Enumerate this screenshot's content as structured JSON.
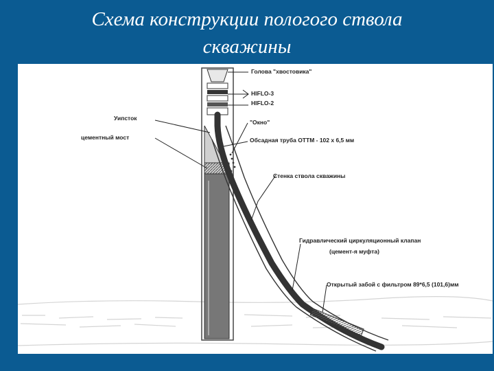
{
  "slide": {
    "title_line1": "Схема конструкции пологого ствола",
    "title_line2": "скважины"
  },
  "labels": {
    "liner_head": "Голова \"хвостовика\"",
    "hiflo3": "HIFLO-3",
    "hiflo2": "HIFLO-2",
    "whipstock": "Уипсток",
    "window": "\"Окно\"",
    "cement_bridge": "цементный мост",
    "casing": "Обсадная труба ОТТМ - 102 х 6,5 мм",
    "wellbore_wall": "Стенка ствола скважины",
    "circ_valve": "Гидравлический циркуляционный клапан",
    "cement_coupling": "(цемент-я муфта)",
    "open_hole": "Открытый забой с фильтром 89*6,5 (101,6)мм"
  },
  "colors": {
    "background": "#0b5b92",
    "title": "#ffffff",
    "panel": "#ffffff",
    "ink": "#222222"
  }
}
